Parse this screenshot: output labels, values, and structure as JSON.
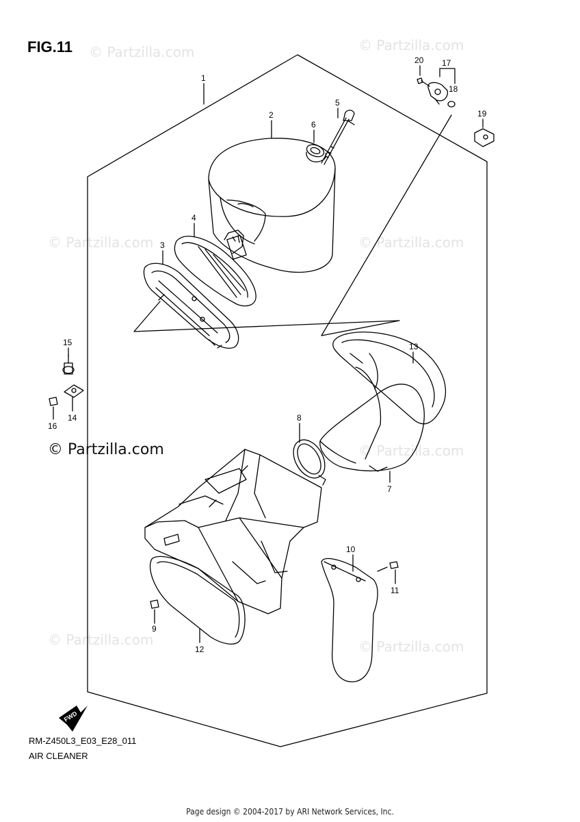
{
  "figure": {
    "title": "FIG.11",
    "diagram_code": "RM-Z450L3_E03_E28_011",
    "assembly_name": "AIR CLEANER",
    "footer": "Page design © 2004-2017 by ARI Network Services, Inc.",
    "brand_mark": "© Partzilla.com",
    "watermark_text": "© Partzilla.com",
    "fwd_label": "FWD"
  },
  "callouts": {
    "c1": "1",
    "c2": "2",
    "c3": "3",
    "c4": "4",
    "c5": "5",
    "c6": "6",
    "c7": "7",
    "c8": "8",
    "c9": "9",
    "c10": "10",
    "c11": "11",
    "c12": "12",
    "c13": "13",
    "c14": "14",
    "c15": "15",
    "c16": "16",
    "c17": "17",
    "c18": "18",
    "c19": "19",
    "c20": "20"
  },
  "colors": {
    "line": "#000000",
    "watermark": "#e3e3e3",
    "background": "#ffffff"
  }
}
